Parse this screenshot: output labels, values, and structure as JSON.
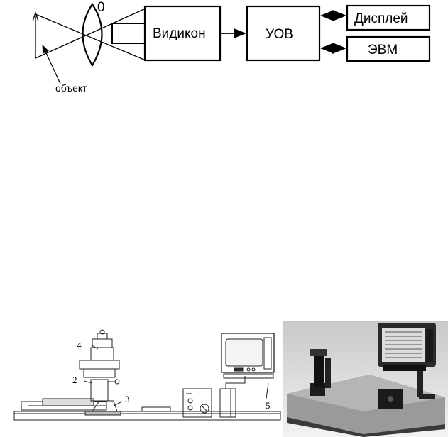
{
  "schematic": {
    "lens_label": "0",
    "object_label": "объект",
    "blocks": {
      "vidicon": "Видикон",
      "uov": "УОВ",
      "display": "Дисплей",
      "evm": "ЭВМ"
    }
  },
  "figure_callouts": [
    "2",
    "3",
    "4",
    "5"
  ],
  "photo": {
    "icon": "photo-of-installation"
  }
}
